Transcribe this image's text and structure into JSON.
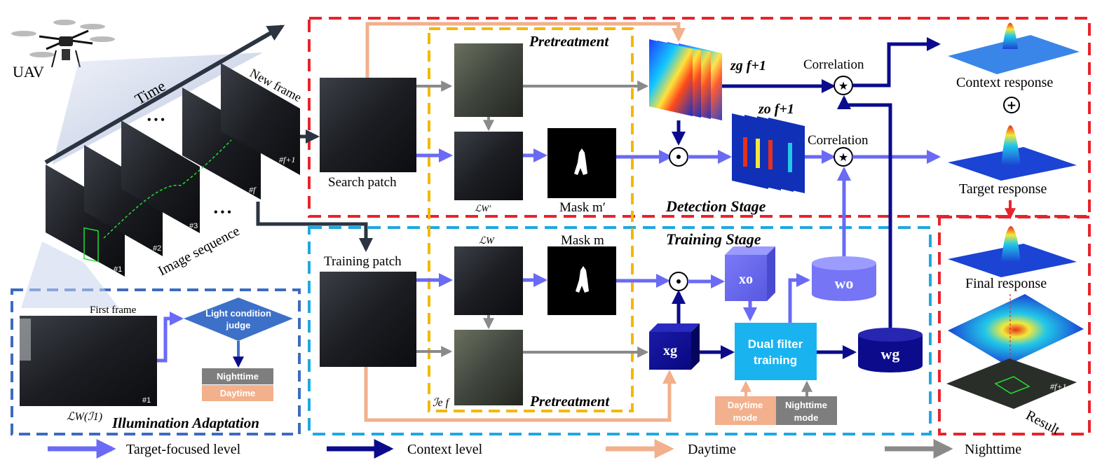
{
  "colors": {
    "target_level": "#6a6af4",
    "context_level": "#0b0b8c",
    "daytime": "#f2b08c",
    "nighttime": "#8a8a8a",
    "detection_border": "#e8232b",
    "training_border": "#1ea8e0",
    "pretreatment_border": "#f3b800",
    "illumination_border": "#3d6bc0"
  },
  "left": {
    "uav_label": "UAV",
    "time_label": "Time",
    "new_frame_label": "New frame",
    "image_sequence_label": "Image sequence",
    "ellipsis_top": "• • •",
    "ellipsis_bottom": "• • •",
    "frame_tags": [
      "#1",
      "#2",
      "#3",
      "#f",
      "#f+1"
    ]
  },
  "illumination": {
    "title": "Illumination Adaptation",
    "first_frame_label": "First frame",
    "frame_tag": "#1",
    "formula": "ℒW(ℐ1)",
    "judge_line1": "Light condition",
    "judge_line2": "judge",
    "nighttime": "Nighttime",
    "daytime": "Daytime"
  },
  "detection": {
    "title": "Detection Stage",
    "pretreatment": "Pretreatment",
    "search_patch": "Search patch",
    "lw_prime": "ℒW′",
    "mask_label": "Mask m′",
    "zg_label": "zg f+1",
    "zo_label": "zo f+1",
    "correlation_top": "Correlation",
    "correlation_bottom": "Correlation"
  },
  "training": {
    "title": "Training Stage",
    "pretreatment": "Pretreatment",
    "training_patch": "Training patch",
    "lw": "ℒW",
    "mask_label": "Mask m",
    "ie_label": "ℐe f",
    "xo": "xo",
    "xg": "xg",
    "wo": "wo",
    "wg": "wg",
    "dual_line1": "Dual filter",
    "dual_line2": "training",
    "daytime_mode_1": "Daytime",
    "daytime_mode_2": "mode",
    "nighttime_mode_1": "Nighttime",
    "nighttime_mode_2": "mode"
  },
  "responses": {
    "context": "Context response",
    "target": "Target response",
    "final": "Final response",
    "result": "Result",
    "result_tag": "#f+1"
  },
  "legend": {
    "target": "Target-focused level",
    "context": "Context level",
    "daytime": "Daytime",
    "nighttime": "Nighttime"
  }
}
